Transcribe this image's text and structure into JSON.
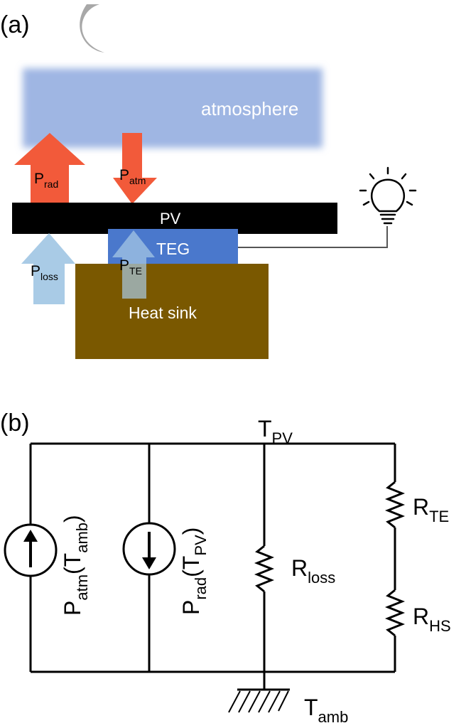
{
  "panel_a": {
    "label": "(a)",
    "atmosphere": "atmosphere",
    "pv": "PV",
    "teg": "TEG",
    "heat_sink": "Heat sink",
    "p_rad": {
      "main": "P",
      "sub": "rad"
    },
    "p_atm": {
      "main": "P",
      "sub": "atm"
    },
    "p_loss": {
      "main": "P",
      "sub": "loss"
    },
    "p_te": {
      "main": "P",
      "sub": "TE"
    },
    "icons": [
      "moon-icon",
      "lightbulb-icon"
    ],
    "colors": {
      "atmosphere": "#9fb6e3",
      "arrow_red": "#f25a3a",
      "arrow_light_blue": "#a9cbe6",
      "pv": "#000000",
      "teg": "#4a78cc",
      "heat_sink": "#7a5800",
      "moon": "#a0a0a0"
    }
  },
  "panel_b": {
    "label": "(b)",
    "t_pv": {
      "main": "T",
      "sub": "PV"
    },
    "p_atm_source": {
      "main": "P",
      "sub": "atm",
      "mid": "(T",
      "sub2": "amb",
      "end": ")"
    },
    "p_rad_source": {
      "main": "P",
      "sub": "rad",
      "mid": "(T",
      "sub2": "PV",
      "end": ")"
    },
    "r_loss": {
      "main": "R",
      "sub": "loss"
    },
    "r_te": {
      "main": "R",
      "sub": "TE"
    },
    "r_hs": {
      "main": "R",
      "sub": "HS"
    },
    "t_amb": {
      "main": "T",
      "sub": "amb"
    }
  }
}
